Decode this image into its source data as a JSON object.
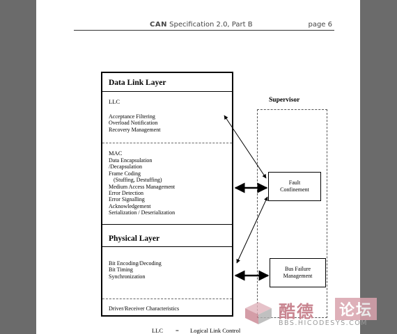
{
  "header": {
    "brand": "CAN",
    "title": "Specification 2.0, Part B",
    "page": "page 6"
  },
  "data_link": {
    "title": "Data Link Layer",
    "llc": {
      "heading": "LLC",
      "items": [
        "Acceptance Filtering",
        "Overload Notification",
        "Recovery Management"
      ]
    },
    "mac": {
      "heading": "MAC",
      "items": [
        "Data Encapsulation",
        "/Decapsulation",
        "Frame Coding",
        "(Stuffing, Destuffing)",
        "Medium Access Management",
        "Error Detection",
        "Error Signalling",
        "Acknowledgement",
        "Serialization / Deserialization"
      ]
    }
  },
  "physical": {
    "title": "Physical Layer",
    "items": [
      "Bit Encoding/Decoding",
      "Bit Timing",
      "Synchronization"
    ],
    "driver": "Driver/Receiver Characteristics"
  },
  "supervisor": {
    "title": "Supervisor",
    "fault": [
      "Fault",
      "Confinement"
    ],
    "bus_failure": [
      "Bus Failure",
      "Management"
    ]
  },
  "footer": {
    "abbr": "LLC",
    "eq": "=",
    "meaning": "Logical Link Control"
  },
  "watermark": {
    "chars": "酷德",
    "chars2": "论坛",
    "url": "BBS.HICODESYS.COM"
  }
}
